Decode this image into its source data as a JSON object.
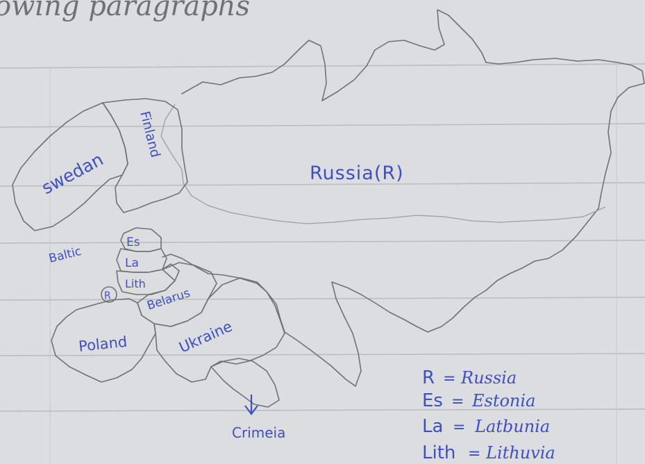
{
  "heading": "owing paragraphs",
  "map": {
    "labels": {
      "russia": "Russia(R)",
      "sweden": "swedan",
      "finland": "Finland",
      "baltic": "Baltic",
      "estonia_abbr": "Es",
      "latvia_abbr": "La",
      "lithuania_abbr": "Lith",
      "russia_abbr": "R",
      "belarus": "Belarus",
      "poland": "Poland",
      "ukraine": "Ukraine",
      "crimea": "Crimeia"
    }
  },
  "legend": [
    {
      "abbr": "R",
      "eq": "=",
      "name": "Russia"
    },
    {
      "abbr": "Es",
      "eq": "=",
      "name": "Estonia"
    },
    {
      "abbr": "La",
      "eq": "=",
      "name": "Latbunia"
    },
    {
      "abbr": "Lith",
      "eq": "=",
      "name": "Lithuvia"
    }
  ],
  "colors": {
    "paper": "#dcdde0",
    "ink": "#3f4fbf",
    "pencil": "#6f7177",
    "rule": "#b9bac2"
  }
}
